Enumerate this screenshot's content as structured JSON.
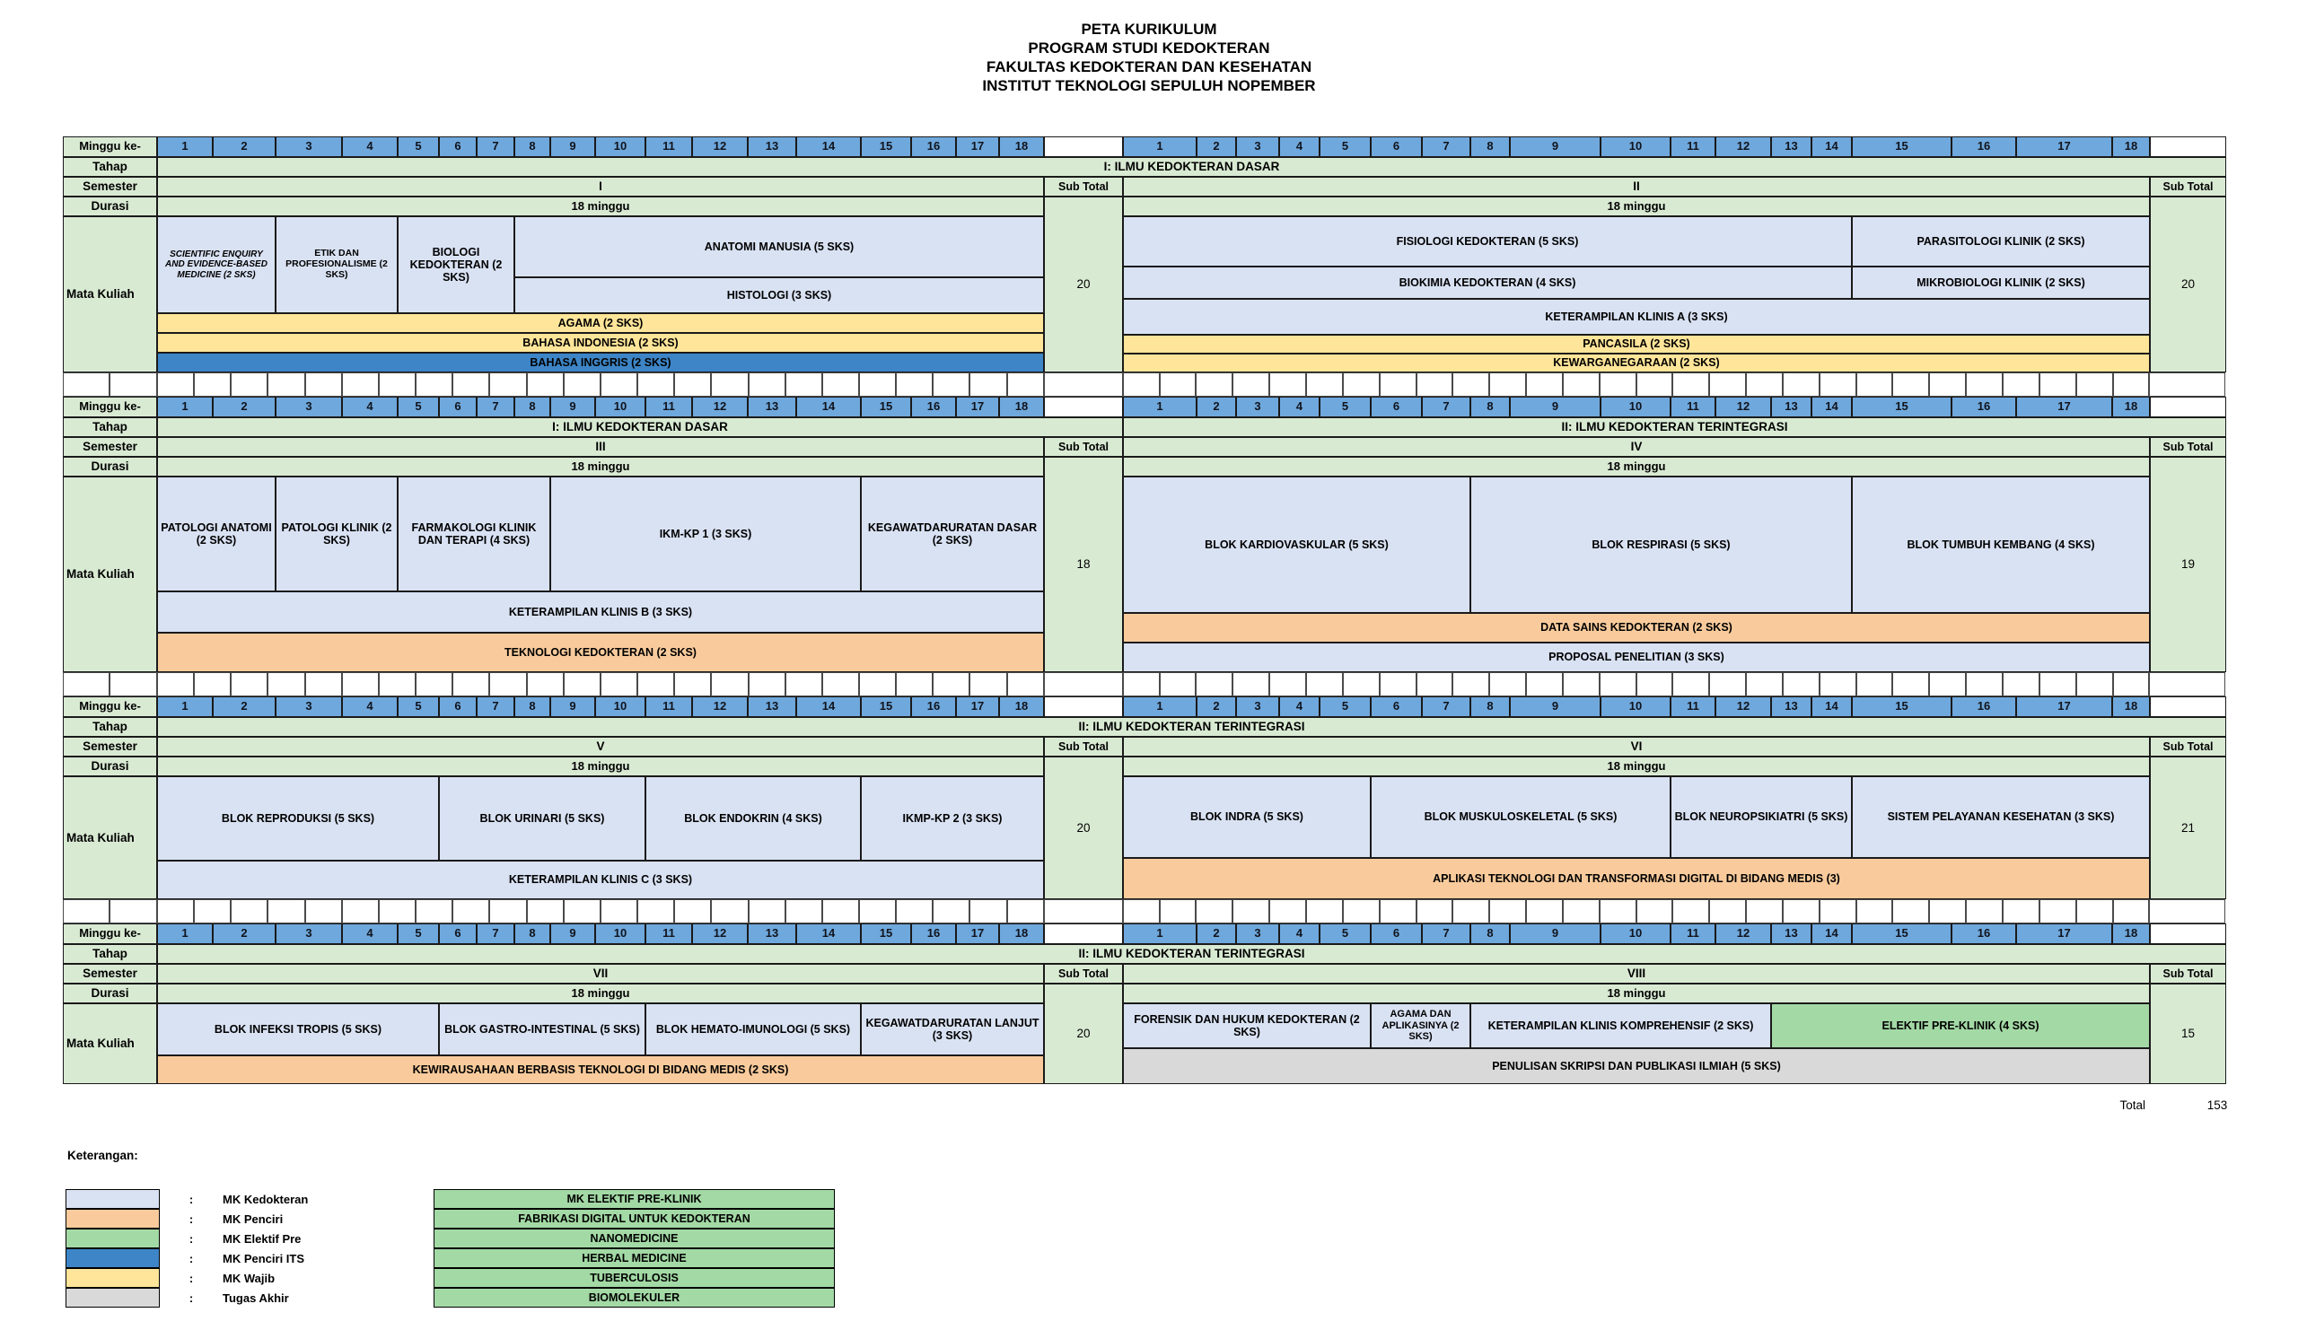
{
  "title": {
    "lines": [
      "PETA KURIKULUM",
      "PROGRAM STUDI KEDOKTERAN",
      "FAKULTAS KEDOKTERAN DAN KESEHATAN",
      "INSTITUT TEKNOLOGI SEPULUH NOPEMBER"
    ]
  },
  "row_labels": {
    "week": "Minggu ke-",
    "phase": "Tahap",
    "semester": "Semester",
    "duration": "Durasi",
    "courses": "Mata Kuliah",
    "subtotal": "Sub Total"
  },
  "weeks": [
    1,
    2,
    3,
    4,
    5,
    6,
    7,
    8,
    9,
    10,
    11,
    12,
    13,
    14,
    15,
    16,
    17,
    18
  ],
  "colors": {
    "week_header": "#6FA8DC",
    "band": "#D9EAD3",
    "kedokteran": "#D9E2F3",
    "penciri": "#F9CB9C",
    "elektif": "#A3D9A5",
    "penciri_its": "#3D85C6",
    "wajib": "#FFE599",
    "tugas_akhir": "#D9D9D9"
  },
  "blocks": [
    {
      "id": 1,
      "phases": [
        {
          "label": "I: ILMU KEDOKTERAN DASAR",
          "span": "full"
        }
      ],
      "left": {
        "semester": "I",
        "duration": "18 minggu",
        "subtotal": "20",
        "rows": [
          {
            "h": 108,
            "segments": [
              {
                "label": "SCIENTIFIC ENQUIRY AND EVIDENCE-BASED MEDICINE (2 SKS)",
                "from": 1,
                "to": 2,
                "type": "kedokteran",
                "italic": true,
                "size": 10
              },
              {
                "label": "ETIK DAN PROFESIONALISME (2 SKS)",
                "from": 3,
                "to": 4,
                "type": "kedokteran",
                "size": 10.5
              },
              {
                "label": "BIOLOGI KEDOKTERAN (2 SKS)",
                "from": 5,
                "to": 7,
                "type": "kedokteran"
              },
              {
                "from": 8,
                "to": 18,
                "type": "kedokteran",
                "stack": [
                  {
                    "label": "ANATOMI MANUSIA (5 SKS)",
                    "h": 68
                  },
                  {
                    "label": "HISTOLOGI (3 SKS)",
                    "h": 40
                  }
                ]
              }
            ]
          },
          {
            "h": 22,
            "segments": [
              {
                "label": "AGAMA (2 SKS)",
                "from": 1,
                "to": 18,
                "type": "wajib"
              }
            ]
          },
          {
            "h": 22,
            "segments": [
              {
                "label": "BAHASA INDONESIA (2 SKS)",
                "from": 1,
                "to": 18,
                "type": "wajib"
              }
            ]
          },
          {
            "h": 22,
            "segments": [
              {
                "label": "BAHASA INGGRIS (2 SKS)",
                "from": 1,
                "to": 18,
                "type": "penciri_its"
              }
            ]
          }
        ]
      },
      "right": {
        "semester": "II",
        "duration": "18 minggu",
        "subtotal": "20",
        "rows": [
          {
            "h": 56,
            "segments": [
              {
                "label": "FISIOLOGI KEDOKTERAN (5 SKS)",
                "from": 1,
                "to": 14,
                "type": "kedokteran"
              },
              {
                "label": "PARASITOLOGI KLINIK (2 SKS)",
                "from": 15,
                "to": 18,
                "type": "kedokteran"
              }
            ]
          },
          {
            "h": 36,
            "segments": [
              {
                "label": "BIOKIMIA KEDOKTERAN (4 SKS)",
                "from": 1,
                "to": 14,
                "type": "kedokteran"
              },
              {
                "label": "MIKROBIOLOGI KLINIK (2 SKS)",
                "from": 15,
                "to": 18,
                "type": "kedokteran"
              }
            ]
          },
          {
            "h": 40,
            "segments": [
              {
                "label": "KETERAMPILAN KLINIS A (3 SKS)",
                "from": 1,
                "to": 18,
                "type": "kedokteran"
              }
            ]
          },
          {
            "h": 21,
            "segments": [
              {
                "label": "PANCASILA (2 SKS)",
                "from": 1,
                "to": 18,
                "type": "wajib"
              }
            ]
          },
          {
            "h": 21,
            "segments": [
              {
                "label": "KEWARGANEGARAAN (2 SKS)",
                "from": 1,
                "to": 18,
                "type": "wajib"
              }
            ]
          }
        ]
      }
    },
    {
      "id": 2,
      "phases": [
        {
          "label": "I: ILMU KEDOKTERAN DASAR",
          "span": "left"
        },
        {
          "label": "II: ILMU KEDOKTERAN TERINTEGRASI",
          "span": "right"
        }
      ],
      "left": {
        "semester": "III",
        "duration": "18 minggu",
        "subtotal": "18",
        "rows": [
          {
            "h": 128,
            "segments": [
              {
                "label": "PATOLOGI ANATOMI (2 SKS)",
                "from": 1,
                "to": 2,
                "type": "kedokteran"
              },
              {
                "label": "PATOLOGI KLINIK (2 SKS)",
                "from": 3,
                "to": 4,
                "type": "kedokteran"
              },
              {
                "label": "FARMAKOLOGI KLINIK DAN TERAPI (4 SKS)",
                "from": 5,
                "to": 8,
                "type": "kedokteran"
              },
              {
                "label": "IKM-KP 1 (3 SKS)",
                "from": 9,
                "to": 14,
                "type": "kedokteran"
              },
              {
                "label": "KEGAWATDARURATAN DASAR (2 SKS)",
                "from": 15,
                "to": 18,
                "type": "kedokteran"
              }
            ]
          },
          {
            "h": 46,
            "segments": [
              {
                "label": "KETERAMPILAN KLINIS B (3 SKS)",
                "from": 1,
                "to": 18,
                "type": "kedokteran"
              }
            ]
          },
          {
            "h": 44,
            "segments": [
              {
                "label": "TEKNOLOGI KEDOKTERAN (2 SKS)",
                "from": 1,
                "to": 18,
                "type": "penciri"
              }
            ]
          }
        ]
      },
      "right": {
        "semester": "IV",
        "duration": "18 minggu",
        "subtotal": "19",
        "rows": [
          {
            "h": 152,
            "segments": [
              {
                "label": "BLOK KARDIOVASKULAR (5 SKS)",
                "from": 1,
                "to": 7,
                "type": "kedokteran"
              },
              {
                "label": "BLOK RESPIRASI (5 SKS)",
                "from": 8,
                "to": 14,
                "type": "kedokteran"
              },
              {
                "label": "BLOK TUMBUH KEMBANG (4 SKS)",
                "from": 15,
                "to": 18,
                "type": "kedokteran"
              }
            ]
          },
          {
            "h": 33,
            "segments": [
              {
                "label": "DATA SAINS KEDOKTERAN (2 SKS)",
                "from": 1,
                "to": 18,
                "type": "penciri"
              }
            ]
          },
          {
            "h": 33,
            "segments": [
              {
                "label": "PROPOSAL PENELITIAN (3 SKS)",
                "from": 1,
                "to": 18,
                "type": "kedokteran"
              }
            ]
          }
        ]
      }
    },
    {
      "id": 3,
      "phases": [
        {
          "label": "II: ILMU KEDOKTERAN TERINTEGRASI",
          "span": "full"
        }
      ],
      "left": {
        "semester": "V",
        "duration": "18 minggu",
        "subtotal": "20",
        "rows": [
          {
            "h": 94,
            "segments": [
              {
                "label": "BLOK REPRODUKSI (5 SKS)",
                "from": 1,
                "to": 5,
                "type": "kedokteran"
              },
              {
                "label": "BLOK URINARI (5 SKS)",
                "from": 6,
                "to": 10,
                "type": "kedokteran"
              },
              {
                "label": "BLOK ENDOKRIN (4 SKS)",
                "from": 11,
                "to": 14,
                "type": "kedokteran"
              },
              {
                "label": "IKMP-KP 2 (3 SKS)",
                "from": 15,
                "to": 18,
                "type": "kedokteran"
              }
            ]
          },
          {
            "h": 43,
            "segments": [
              {
                "label": "KETERAMPILAN KLINIS C (3 SKS)",
                "from": 1,
                "to": 18,
                "type": "kedokteran"
              }
            ]
          }
        ]
      },
      "right": {
        "semester": "VI",
        "duration": "18 minggu",
        "subtotal": "21",
        "rows": [
          {
            "h": 91,
            "segments": [
              {
                "label": "BLOK INDRA (5 SKS)",
                "from": 1,
                "to": 5,
                "type": "kedokteran"
              },
              {
                "label": "BLOK MUSKULOSKELETAL (5 SKS)",
                "from": 6,
                "to": 10,
                "type": "kedokteran"
              },
              {
                "label": "BLOK NEUROPSIKIATRI (5 SKS)",
                "from": 11,
                "to": 14,
                "type": "kedokteran"
              },
              {
                "label": "SISTEM PELAYANAN KESEHATAN (3 SKS)",
                "from": 15,
                "to": 18,
                "type": "kedokteran"
              }
            ]
          },
          {
            "h": 46,
            "segments": [
              {
                "label": "APLIKASI TEKNOLOGI DAN TRANSFORMASI DIGITAL DI BIDANG MEDIS (3)",
                "from": 1,
                "to": 18,
                "type": "penciri"
              }
            ]
          }
        ]
      }
    },
    {
      "id": 4,
      "phases": [
        {
          "label": "II: ILMU KEDOKTERAN TERINTEGRASI",
          "span": "full"
        }
      ],
      "left": {
        "semester": "VII",
        "duration": "18 minggu",
        "subtotal": "20",
        "rows": [
          {
            "h": 58,
            "segments": [
              {
                "label": "BLOK INFEKSI TROPIS (5 SKS)",
                "from": 1,
                "to": 5,
                "type": "kedokteran"
              },
              {
                "label": "BLOK GASTRO-INTESTINAL (5 SKS)",
                "from": 6,
                "to": 10,
                "type": "kedokteran"
              },
              {
                "label": "BLOK HEMATO-IMUNOLOGI (5 SKS)",
                "from": 11,
                "to": 14,
                "type": "kedokteran"
              },
              {
                "label": "KEGAWATDARURATAN LANJUT (3 SKS)",
                "from": 15,
                "to": 18,
                "type": "kedokteran"
              }
            ]
          },
          {
            "h": 32,
            "segments": [
              {
                "label": "KEWIRAUSAHAAN BERBASIS TEKNOLOGI DI BIDANG MEDIS (2 SKS)",
                "from": 1,
                "to": 18,
                "type": "penciri"
              }
            ]
          }
        ]
      },
      "right": {
        "semester": "VIII",
        "duration": "18 minggu",
        "subtotal": "15",
        "rows": [
          {
            "h": 50,
            "segments": [
              {
                "label": "FORENSIK DAN HUKUM KEDOKTERAN (2 SKS)",
                "from": 1,
                "to": 5,
                "type": "kedokteran"
              },
              {
                "label": "AGAMA DAN APLIKASINYA (2 SKS)",
                "from": 6,
                "to": 7,
                "type": "kedokteran",
                "size": 11
              },
              {
                "label": "KETERAMPILAN KLINIS KOMPREHENSIF (2 SKS)",
                "from": 8,
                "to": 12,
                "type": "kedokteran"
              },
              {
                "label": "ELEKTIF PRE-KLINIK (4 SKS)",
                "from": 13,
                "to": 18,
                "type": "elektif"
              }
            ]
          },
          {
            "h": 40,
            "segments": [
              {
                "label": "PENULISAN SKRIPSI DAN PUBLIKASI ILMIAH (5 SKS)",
                "from": 1,
                "to": 18,
                "type": "tugas_akhir"
              }
            ]
          }
        ]
      }
    }
  ],
  "total": {
    "label": "Total",
    "value": "153"
  },
  "legend": {
    "heading": "Keterangan:",
    "items": [
      {
        "key": "kedokteran",
        "label": "MK Kedokteran"
      },
      {
        "key": "penciri",
        "label": "MK Penciri"
      },
      {
        "key": "elektif",
        "label": "MK Elektif Pre"
      },
      {
        "key": "penciri_its",
        "label": "MK Penciri ITS"
      },
      {
        "key": "wajib",
        "label": "MK Wajib"
      },
      {
        "key": "tugas_akhir",
        "label": "Tugas Akhir"
      }
    ],
    "electives": [
      "MK ELEKTIF PRE-KLINIK",
      "FABRIKASI DIGITAL UNTUK KEDOKTERAN",
      "NANOMEDICINE",
      "HERBAL MEDICINE",
      "TUBERCULOSIS",
      "BIOMOLEKULER"
    ]
  }
}
